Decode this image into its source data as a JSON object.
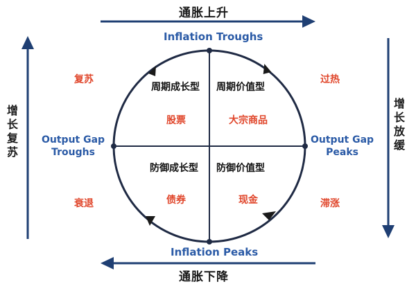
{
  "arrows": {
    "top": "通胀上升",
    "bottom": "通胀下降",
    "left": "增长复苏",
    "right": "增长放缓"
  },
  "axes": {
    "top": "Inflation Troughs",
    "bottom": "Inflation Peaks",
    "left_line1": "Output Gap",
    "left_line2": "Troughs",
    "right_line1": "Output Gap",
    "right_line2": "Peaks"
  },
  "phases": {
    "recovery": "复苏",
    "overheat": "过热",
    "recession": "衰退",
    "stagflation": "滞涨"
  },
  "quadrants": {
    "top_left_style": "周期成长型",
    "top_right_style": "周期价值型",
    "bottom_left_style": "防御成长型",
    "bottom_right_style": "防御价值型",
    "top_left_asset": "股票",
    "top_right_asset": "大宗商品",
    "bottom_left_asset": "债券",
    "bottom_right_asset": "现金"
  },
  "colors": {
    "arrow": "#1f3f73",
    "axis_text": "#2a5aa6",
    "phase_text": "#e0452a",
    "circle": "#1f2a44"
  }
}
